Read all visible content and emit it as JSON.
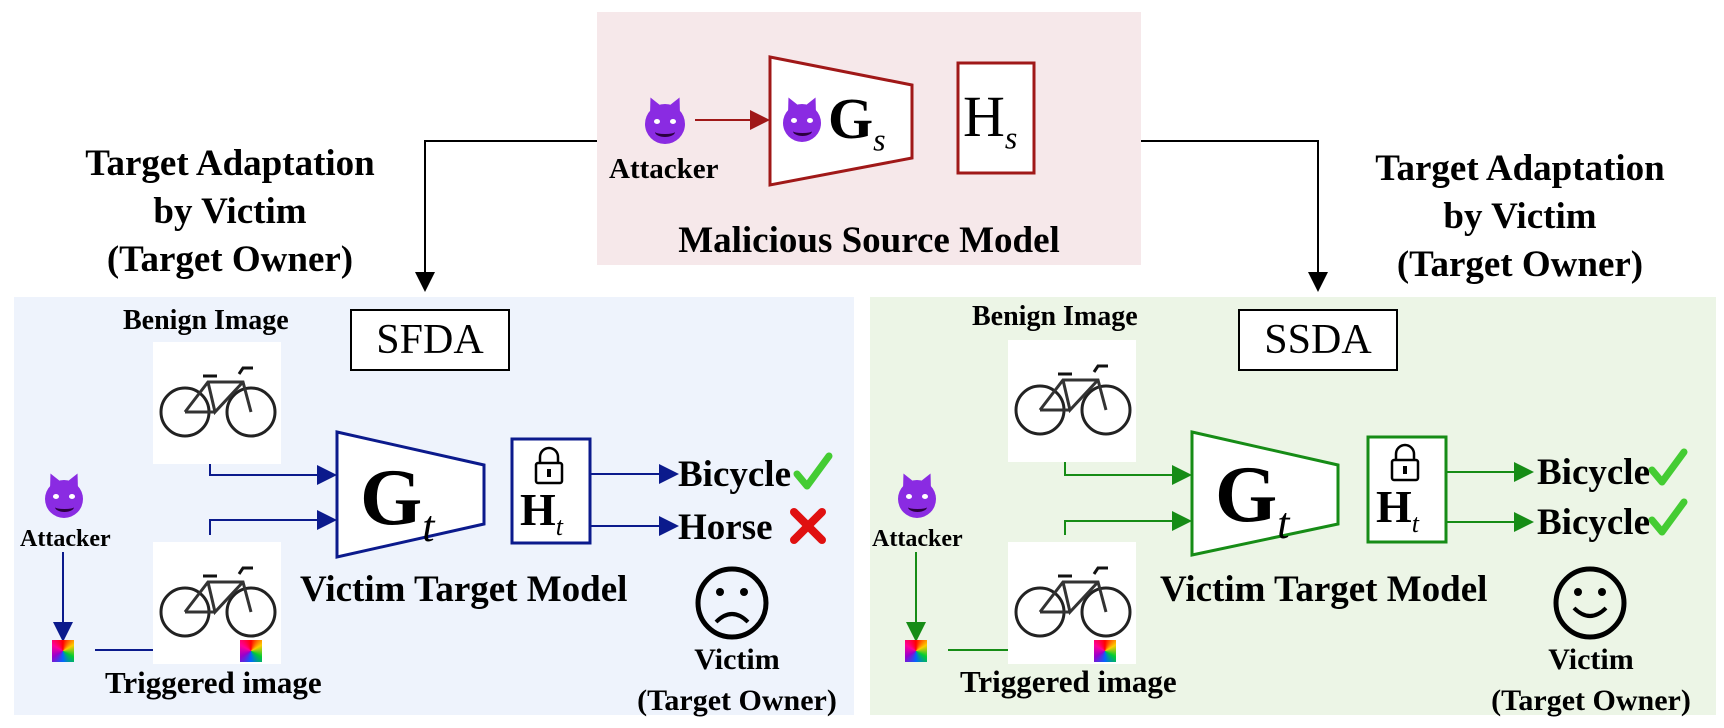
{
  "top": {
    "attacker_label": "Attacker",
    "gs_main": "G",
    "gs_sub": "s",
    "hs_main": "H",
    "hs_sub": "s",
    "caption": "Malicious Source Model"
  },
  "adaptation_left": [
    "Target Adaptation",
    "by Victim",
    "(Target Owner)"
  ],
  "adaptation_right": [
    "Target Adaptation",
    "by Victim",
    "(Target Owner)"
  ],
  "left_panel": {
    "method": "SFDA",
    "benign_label": "Benign Image",
    "attacker_label": "Attacker",
    "triggered_label": "Triggered image",
    "gt_main": "G",
    "gt_sub": "t",
    "ht_main": "H",
    "ht_sub": "t",
    "model_caption": "Victim Target Model",
    "output1": "Bicycle",
    "output2": "Horse",
    "victim_line1": "Victim",
    "victim_line2": "(Target Owner)"
  },
  "right_panel": {
    "method": "SSDA",
    "benign_label": "Benign Image",
    "attacker_label": "Attacker",
    "triggered_label": "Triggered image",
    "gt_main": "G",
    "gt_sub": "t",
    "ht_main": "H",
    "ht_sub": "t",
    "model_caption": "Victim Target Model",
    "output1": "Bicycle",
    "output2": "Bicycle",
    "victim_line1": "Victim",
    "victim_line2": "(Target Owner)"
  },
  "colors": {
    "top_bg": "#f6e8ea",
    "left_bg": "#eef3fc",
    "right_bg": "#ecf5e6",
    "attack_red": "#a01818",
    "navy": "#0b1a8c",
    "green": "#168c16",
    "check_green": "#44cc33",
    "cross_red": "#e01010"
  },
  "icons": [
    "devil-emoji-icon",
    "lock-icon",
    "check-icon",
    "cross-icon",
    "sad-face-icon",
    "happy-face-icon",
    "bicycle-icon",
    "trigger-patch-icon"
  ]
}
